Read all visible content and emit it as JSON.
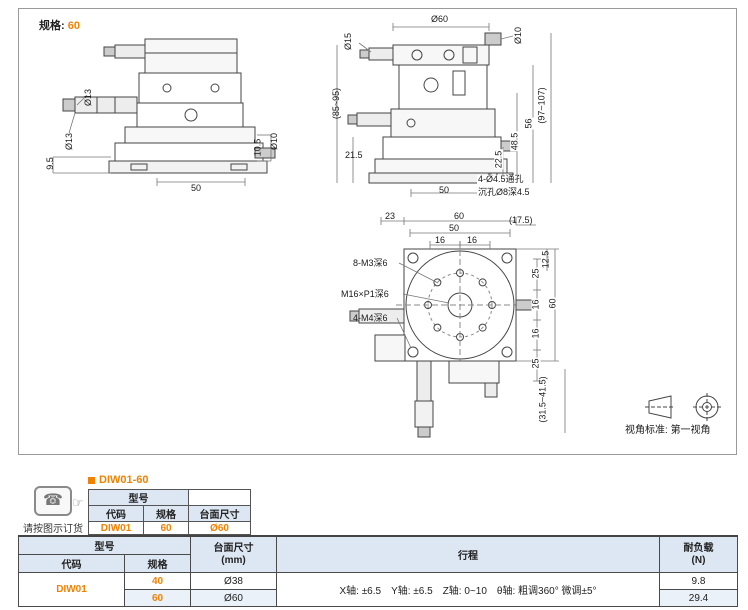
{
  "colors": {
    "accent": "#f08200",
    "table_header_bg": "#dce7f3",
    "row_highlight_bg": "#eaf1f8"
  },
  "icons": {
    "phone": "☎",
    "pointer": "☞"
  },
  "header": {
    "spec_label": "规格:",
    "spec_value": "60"
  },
  "drawing": {
    "front": {
      "d13a": "Ø13",
      "d13b": "Ø13",
      "d95": "9.5",
      "d50": "50",
      "d105": "10.5",
      "d10": "Ø10"
    },
    "side": {
      "d15": "Ø15",
      "d60": "Ø60",
      "d10": "Ø10",
      "r85_95": "(85~95)",
      "r97_107": "(97~107)",
      "d56": "56",
      "d48_5": "48.5",
      "d22_5": "22.5",
      "d21_5": "21.5",
      "d50": "50",
      "hole_note_1": "4-Ø4.5通孔",
      "hole_note_2": "沉孔Ø8深4.5"
    },
    "top": {
      "d23": "23",
      "d60_top": "60",
      "d50": "50",
      "d16_left": "16",
      "d16_right": "16",
      "d17_5": "(17.5)",
      "d12_5": "12.5",
      "thread_m3": "8-M3深6",
      "thread_m16": "M16×P1深6",
      "thread_m4": "4-M4深6",
      "d25_top": "25",
      "d16_side_top": "16",
      "d16_side_bottom": "16",
      "d25_bottom": "25",
      "d60_right": "60",
      "r31_5_41_5": "(31.5~41.5)"
    },
    "view_standard_label": "视角标准:",
    "view_standard_value": "第一视角"
  },
  "order": {
    "contact_note": "请按图示订货",
    "product_code": "DIW01-60",
    "table": {
      "model_header": "型号",
      "col_code": "代码",
      "col_spec": "规格",
      "col_size": "台面尺寸",
      "row": {
        "code": "DIW01",
        "spec": "60",
        "size": "Ø60"
      }
    }
  },
  "spec_table": {
    "model_header": "型号",
    "col_code": "代码",
    "col_spec": "规格",
    "col_size_line1": "台面尺寸",
    "col_size_line2": "(mm)",
    "col_travel": "行程",
    "col_load_line1": "耐负载",
    "col_load_line2": "(N)",
    "travel_text": "X轴: ±6.5　Y轴: ±6.5　Z轴: 0~10　θ轴: 粗调360° 微调±5°",
    "rows": [
      {
        "code": "DIW01",
        "spec": "40",
        "size": "Ø38",
        "load": "9.8"
      },
      {
        "code": "",
        "spec": "60",
        "size": "Ø60",
        "load": "29.4"
      }
    ]
  }
}
